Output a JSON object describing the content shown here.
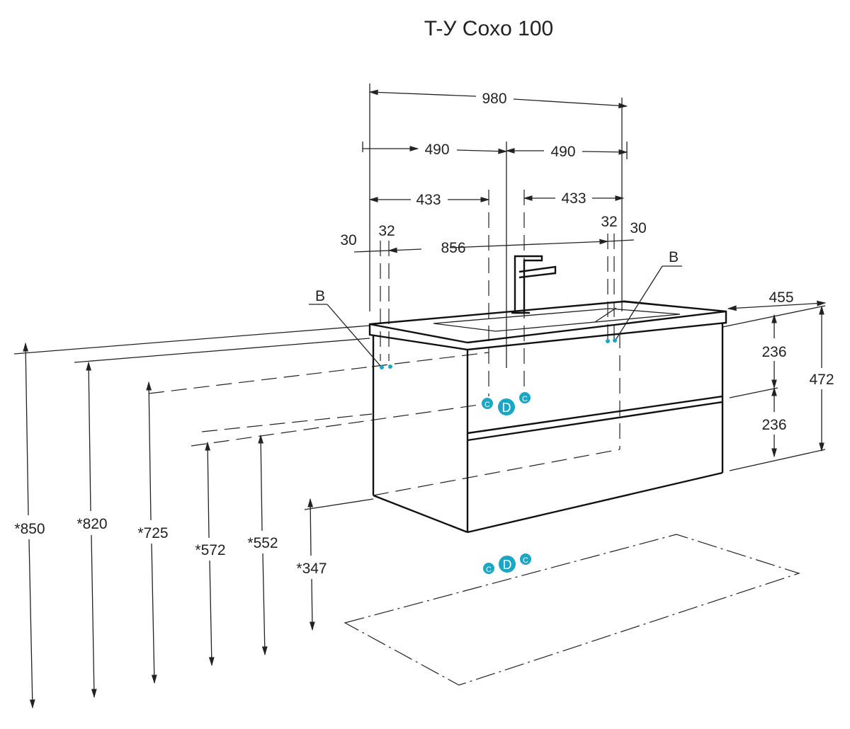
{
  "title": "T-У Coxo 100",
  "dimensions": {
    "total_width": "980",
    "half_left": "490",
    "half_right": "490",
    "hole_left": "433",
    "hole_right": "433",
    "edge_left": "30",
    "hole_gap_left": "32",
    "between_holes": "856",
    "hole_gap_right": "32",
    "edge_right": "30",
    "depth": "455",
    "drawer_top": "236",
    "drawer_bottom": "236",
    "body_height": "472",
    "h850": "*850",
    "h820": "*820",
    "h725": "*725",
    "h572": "*572",
    "h552": "*552",
    "h347": "*347"
  },
  "markers": {
    "b_left": "B",
    "b_right": "B",
    "c": "C",
    "d": "D"
  },
  "colors": {
    "accent": "#1aa6c4",
    "line": "#222222"
  }
}
